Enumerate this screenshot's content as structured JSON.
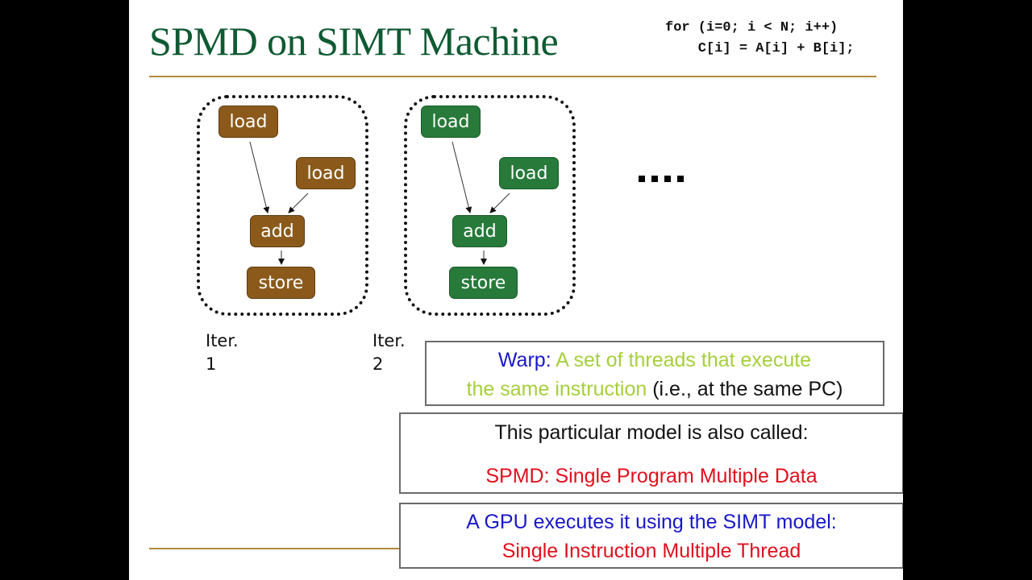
{
  "slide": {
    "title": "SPMD on SIMT Machine",
    "code": {
      "line1": "for (i=0; i < N; i++)",
      "line2": "    C[i] = A[i] + B[i];"
    },
    "iterations": [
      {
        "label": "Iter.",
        "number": "1",
        "color": "#8b5a1b",
        "nodes": {
          "load_a": "load",
          "load_b": "load",
          "add": "add",
          "store": "store"
        }
      },
      {
        "label": "Iter.",
        "number": "2",
        "color": "#277a3a",
        "nodes": {
          "load_a": "load",
          "load_b": "load",
          "add": "add",
          "store": "store"
        }
      }
    ],
    "ellipsis": "....",
    "warp_box": {
      "term": "Warp:",
      "definition_part1": "A set of threads that execute",
      "definition_part2": "the same instruction",
      "note": "(i.e., at the same PC)"
    },
    "model_box": {
      "line1": "This particular model is also called:",
      "line2": "SPMD: Single Program Multiple Data"
    },
    "gpu_box": {
      "line1": "A GPU executes it using the SIMT model:",
      "line2": "Single Instruction Multiple Thread"
    },
    "colors": {
      "title": "#0f5a32",
      "rule": "#b08a3a",
      "iter1_node": "#8b5a1b",
      "iter2_node": "#277a3a",
      "blue_text": "#1818c8",
      "lime_text": "#a6cf3c",
      "red_text": "#e0101e"
    }
  }
}
